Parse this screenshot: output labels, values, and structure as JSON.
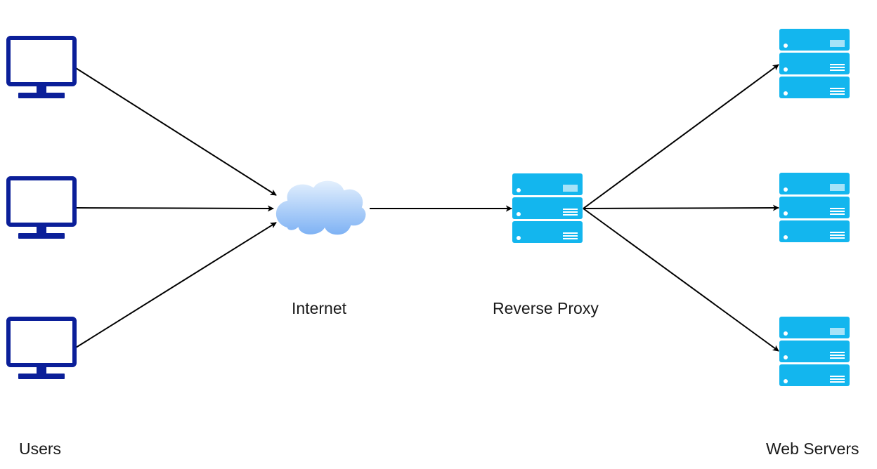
{
  "labels": {
    "internet": "Internet",
    "reverse_proxy": "Reverse Proxy",
    "users": "Users",
    "web_servers": "Web Servers"
  },
  "colors": {
    "monitor": "#0b1f99",
    "server": "#13b6ee",
    "server_detail": "#ffffff",
    "cloud_top": "#dfeefd",
    "cloud_bottom": "#7fb2f4",
    "arrow": "#000000"
  },
  "icons": {
    "user": "monitor-icon",
    "internet": "cloud-icon",
    "proxy": "server-stack-icon",
    "web_server": "server-stack-icon"
  }
}
